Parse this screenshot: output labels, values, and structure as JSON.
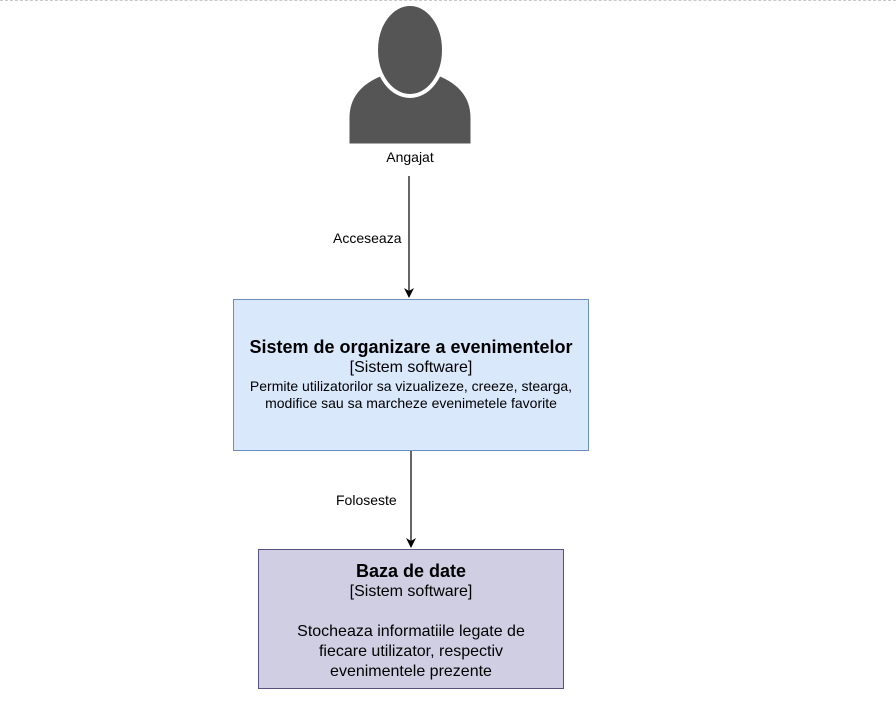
{
  "actor": {
    "label": "Angajat",
    "icon": "person-icon",
    "color": "#555555"
  },
  "edges": [
    {
      "label": "Acceseaza"
    },
    {
      "label": "Foloseste"
    }
  ],
  "system": {
    "title": "Sistem de organizare a evenimentelor",
    "type": "[Sistem software]",
    "description": "Permite utilizatorilor sa vizualizeze, creeze, stearga, modifice sau sa marcheze evenimetele favorite",
    "fill": "#dae8fc",
    "stroke": "#6c8ebf"
  },
  "database": {
    "title": "Baza de date",
    "type": "[Sistem software]",
    "description": "Stocheaza informatiile legate de fiecare utilizator, respectiv evenimentele prezente",
    "fill": "#d0cee2",
    "stroke": "#56517e"
  }
}
